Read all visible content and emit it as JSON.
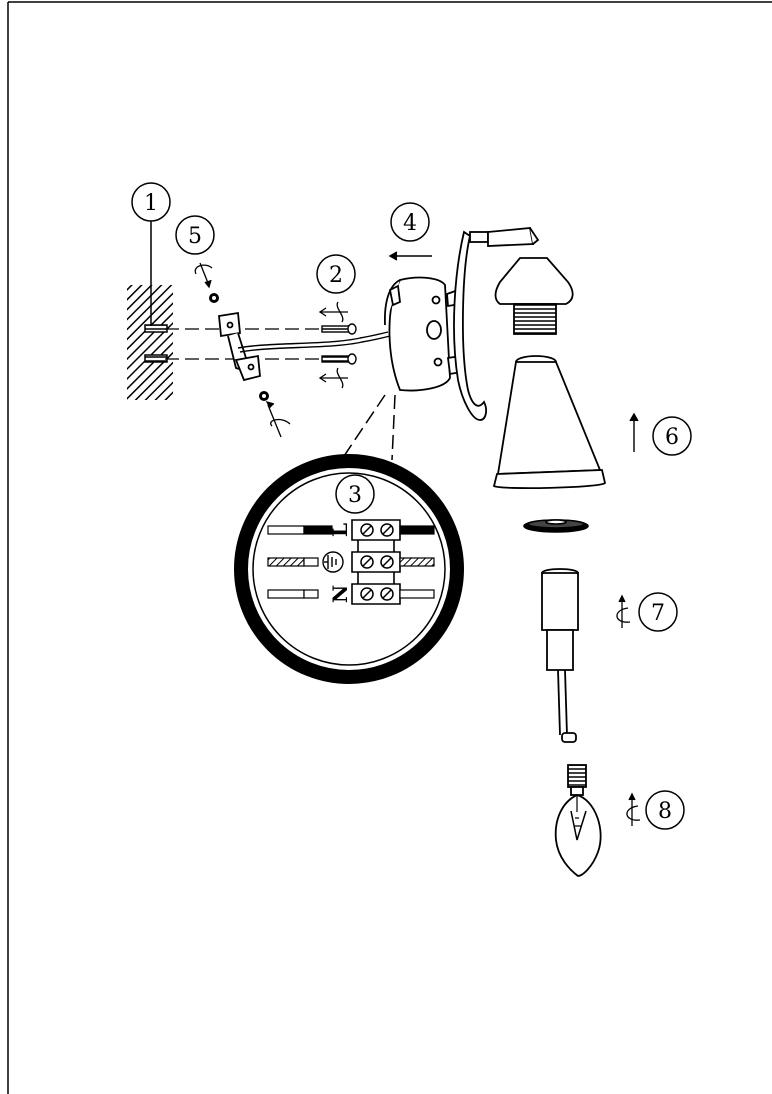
{
  "callouts": [
    {
      "label": "1"
    },
    {
      "label": "2"
    },
    {
      "label": "3"
    },
    {
      "label": "4"
    },
    {
      "label": "5"
    },
    {
      "label": "6"
    },
    {
      "label": "7"
    },
    {
      "label": "8"
    }
  ],
  "terminals": {
    "live": "L",
    "neutral": "N"
  },
  "colors": {
    "line": "#000000",
    "background": "#ffffff"
  }
}
